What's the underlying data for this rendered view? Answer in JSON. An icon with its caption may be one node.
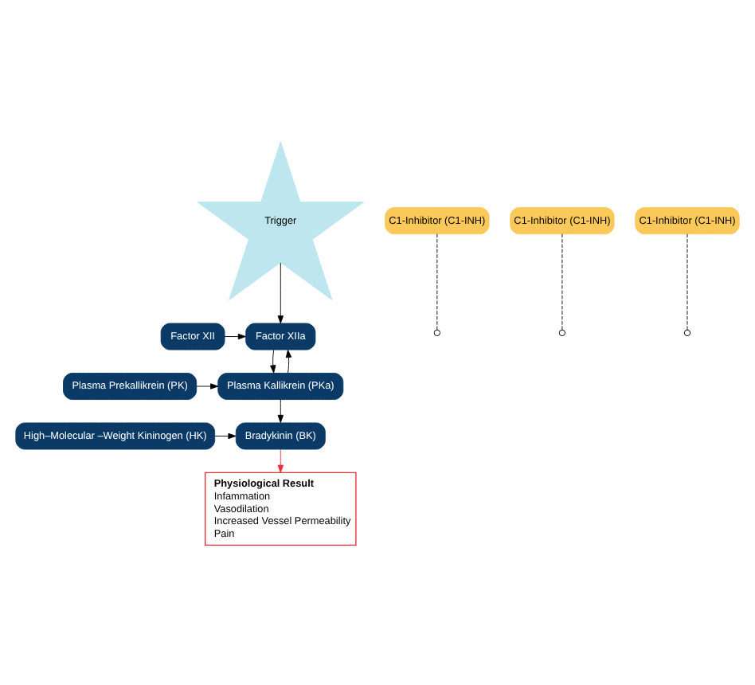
{
  "diagram": {
    "nodes": [
      {
        "text": [
          "Trigger"
        ]
      },
      {
        "text": [
          "Factor XII"
        ]
      },
      {
        "text": [
          "Factor XIIa"
        ]
      },
      {
        "text": [
          "C1-Inhibitor (C1-INH)"
        ]
      },
      {
        "text": [
          "Plasma Prekallikrein (PK)"
        ]
      },
      {
        "text": [
          "Plasma Kallikrein (PKa)"
        ]
      },
      {
        "text": [
          "C1-Inhibitor (C1-INH)"
        ]
      },
      {
        "text": [
          "C1-Inhibitor (C1-INH)"
        ]
      },
      {
        "text": [
          "High–Molecular –Weight Kininogen (HK)"
        ]
      },
      {
        "text": [
          "Bradykinin (BK)"
        ]
      },
      {
        "text": [
          "Physiological Result",
          "Infammation",
          "Vasodilation",
          "Increased Vessel Permeability",
          "Pain"
        ]
      }
    ],
    "edges": [
      {
        "from": 0,
        "to": 2,
        "arrow": "to"
      },
      {
        "from": 1,
        "to": 2,
        "arrow": "to"
      },
      {
        "from": 5,
        "to": 2,
        "arrow": "to"
      },
      {
        "from": 2,
        "to": 5,
        "arrow": "to"
      },
      {
        "from": 4,
        "to": 5,
        "arrow": "to"
      },
      {
        "from": 3,
        "to": null,
        "arrow": "other",
        "style": "dashed"
      },
      {
        "from": 6,
        "to": null,
        "arrow": "other",
        "style": "dashed"
      },
      {
        "from": 5,
        "to": 9,
        "arrow": "to"
      },
      {
        "from": 8,
        "to": 9,
        "arrow": "to"
      },
      {
        "from": 7,
        "to": null,
        "arrow": "other",
        "style": "dashed"
      },
      {
        "from": 9,
        "to": 10,
        "arrow": "to",
        "color": "#e8303a"
      }
    ]
  }
}
